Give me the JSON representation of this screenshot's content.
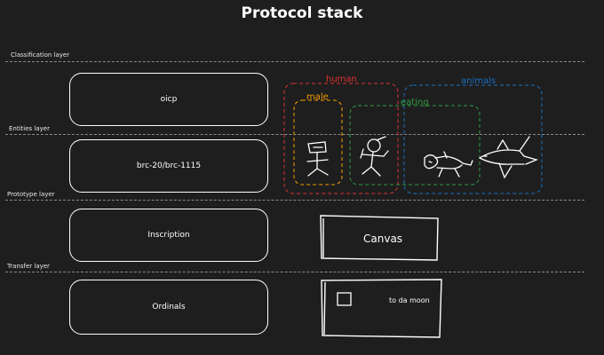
{
  "title": "Protocol stack",
  "layers": [
    {
      "label": "Classification layer",
      "box": "oicp"
    },
    {
      "label": "Entities layer",
      "box": "brc-20/brc-1115"
    },
    {
      "label": "Prototype layer",
      "box": "Inscription"
    },
    {
      "label": "Transfer layer",
      "box": "Ordinals"
    }
  ],
  "groups": {
    "human": {
      "label": "human",
      "color": "#e03131"
    },
    "male": {
      "label": "male",
      "color": "#f59f00"
    },
    "eating": {
      "label": "eating",
      "color": "#2f9e44"
    },
    "animals": {
      "label": "animals",
      "color": "#1971c2"
    }
  },
  "canvas_label": "Canvas",
  "moon_label": "to da moon"
}
